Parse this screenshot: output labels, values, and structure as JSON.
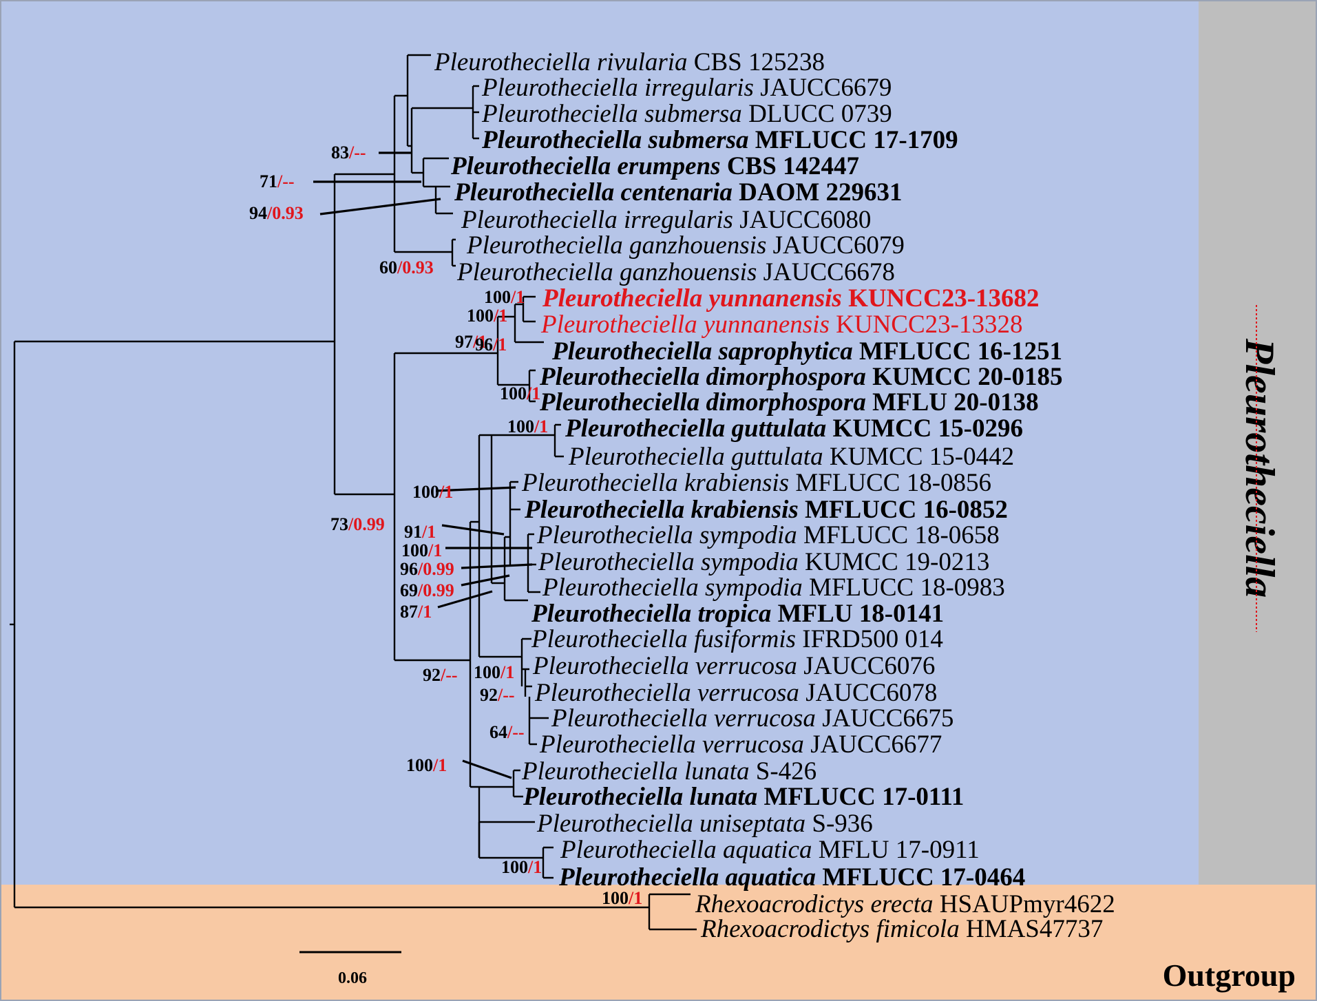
{
  "clades": {
    "main_label": "Pleurotheciella",
    "outgroup_label": "Outgroup",
    "colors": {
      "main_bg": "#b6c5e8",
      "outgroup_bg": "#f8c9a4",
      "side_bar": "#bebebe",
      "highlight": "#e0161c"
    }
  },
  "scale_bar": {
    "label": "0.06"
  },
  "taxa": [
    {
      "genus": "Pleurotheciella",
      "epithet": "rivularia",
      "strain": "CBS 125238",
      "bold": false,
      "red": false
    },
    {
      "genus": "Pleurotheciella",
      "epithet": "irregularis",
      "strain": "JAUCC6679",
      "bold": false,
      "red": false
    },
    {
      "genus": "Pleurotheciella",
      "epithet": "submersa",
      "strain": "DLUCC 0739",
      "bold": false,
      "red": false
    },
    {
      "genus": "Pleurotheciella",
      "epithet": "submersa",
      "strain": "MFLUCC 17-1709",
      "bold": true,
      "red": false
    },
    {
      "genus": "Pleurotheciella",
      "epithet": "erumpens",
      "strain": "CBS 142447",
      "bold": true,
      "red": false
    },
    {
      "genus": "Pleurotheciella",
      "epithet": "centenaria",
      "strain": "DAOM 229631",
      "bold": true,
      "red": false
    },
    {
      "genus": "Pleurotheciella",
      "epithet": "irregularis",
      "strain": "JAUCC6080",
      "bold": false,
      "red": false
    },
    {
      "genus": "Pleurotheciella",
      "epithet": "ganzhouensis",
      "strain": "JAUCC6079",
      "bold": false,
      "red": false
    },
    {
      "genus": "Pleurotheciella",
      "epithet": "ganzhouensis",
      "strain": "JAUCC6678",
      "bold": false,
      "red": false
    },
    {
      "genus": "Pleurotheciella",
      "epithet": "yunnanensis",
      "strain": "KUNCC23-13682",
      "bold": true,
      "red": true
    },
    {
      "genus": "Pleurotheciella",
      "epithet": "yunnanensis",
      "strain": "KUNCC23-13328",
      "bold": false,
      "red": true
    },
    {
      "genus": "Pleurotheciella",
      "epithet": "saprophytica",
      "strain": "MFLUCC 16-1251",
      "bold": true,
      "red": false
    },
    {
      "genus": "Pleurotheciella",
      "epithet": "dimorphospora",
      "strain": "KUMCC 20-0185",
      "bold": true,
      "red": false
    },
    {
      "genus": "Pleurotheciella",
      "epithet": "dimorphospora",
      "strain": "MFLU 20-0138",
      "bold": true,
      "red": false
    },
    {
      "genus": "Pleurotheciella",
      "epithet": "guttulata",
      "strain": "KUMCC 15-0296",
      "bold": true,
      "red": false
    },
    {
      "genus": "Pleurotheciella",
      "epithet": "guttulata",
      "strain": "KUMCC 15-0442",
      "bold": false,
      "red": false
    },
    {
      "genus": "Pleurotheciella",
      "epithet": "krabiensis",
      "strain": "MFLUCC 18-0856",
      "bold": false,
      "red": false
    },
    {
      "genus": "Pleurotheciella",
      "epithet": "krabiensis",
      "strain": "MFLUCC 16-0852",
      "bold": true,
      "red": false
    },
    {
      "genus": "Pleurotheciella",
      "epithet": "sympodia",
      "strain": "MFLUCC 18-0658",
      "bold": false,
      "red": false
    },
    {
      "genus": "Pleurotheciella",
      "epithet": "sympodia",
      "strain": "KUMCC 19-0213",
      "bold": false,
      "red": false
    },
    {
      "genus": "Pleurotheciella",
      "epithet": "sympodia",
      "strain": "MFLUCC 18-0983",
      "bold": false,
      "red": false
    },
    {
      "genus": "Pleurotheciella",
      "epithet": "tropica",
      "strain": "MFLU 18-0141",
      "bold": true,
      "red": false
    },
    {
      "genus": "Pleurotheciella",
      "epithet": "fusiformis",
      "strain": "IFRD500 014",
      "bold": false,
      "red": false
    },
    {
      "genus": "Pleurotheciella",
      "epithet": "verrucosa",
      "strain": "JAUCC6076",
      "bold": false,
      "red": false
    },
    {
      "genus": "Pleurotheciella",
      "epithet": "verrucosa",
      "strain": "JAUCC6078",
      "bold": false,
      "red": false
    },
    {
      "genus": "Pleurotheciella",
      "epithet": "verrucosa",
      "strain": "JAUCC6675",
      "bold": false,
      "red": false
    },
    {
      "genus": "Pleurotheciella",
      "epithet": "verrucosa",
      "strain": "JAUCC6677",
      "bold": false,
      "red": false
    },
    {
      "genus": "Pleurotheciella",
      "epithet": "lunata",
      "strain": "S-426",
      "bold": false,
      "red": false
    },
    {
      "genus": "Pleurotheciella",
      "epithet": "lunata",
      "strain": "MFLUCC 17-0111",
      "bold": true,
      "red": false
    },
    {
      "genus": "Pleurotheciella",
      "epithet": "uniseptata",
      "strain": "S-936",
      "bold": false,
      "red": false
    },
    {
      "genus": "Pleurotheciella",
      "epithet": "aquatica",
      "strain": "MFLU 17-0911",
      "bold": false,
      "red": false
    },
    {
      "genus": "Pleurotheciella",
      "epithet": "aquatica",
      "strain": "MFLUCC 17-0464",
      "bold": true,
      "red": false
    },
    {
      "genus": "Rhexoacrodictys",
      "epithet": "erecta",
      "strain": "HSAUPmyr4622",
      "bold": false,
      "red": false
    },
    {
      "genus": "Rhexoacrodictys",
      "epithet": "fimicola",
      "strain": "HMAS47737",
      "bold": false,
      "red": false
    }
  ],
  "supports": [
    {
      "ml": "83",
      "pp": "/--"
    },
    {
      "ml": "71",
      "pp": "/--"
    },
    {
      "ml": "94",
      "pp": "/0.93"
    },
    {
      "ml": "60",
      "pp": "/0.93"
    },
    {
      "ml": "100",
      "pp": "/1"
    },
    {
      "ml": "100",
      "pp": "/1"
    },
    {
      "ml": "97",
      "pp": "/1"
    },
    {
      "ml": "96",
      "pp": "/1"
    },
    {
      "ml": "100",
      "pp": "/1"
    },
    {
      "ml": "100",
      "pp": "/1"
    },
    {
      "ml": "100",
      "pp": "/1"
    },
    {
      "ml": "73",
      "pp": "/0.99"
    },
    {
      "ml": "91",
      "pp": "/1"
    },
    {
      "ml": "100",
      "pp": "/1"
    },
    {
      "ml": "96",
      "pp": "/0.99"
    },
    {
      "ml": "69",
      "pp": "/0.99"
    },
    {
      "ml": "87",
      "pp": "/1"
    },
    {
      "ml": "92",
      "pp": "/--"
    },
    {
      "ml": "100",
      "pp": "/1"
    },
    {
      "ml": "92",
      "pp": "/--"
    },
    {
      "ml": "64",
      "pp": "/--"
    },
    {
      "ml": "100",
      "pp": "/1"
    },
    {
      "ml": "100",
      "pp": "/1"
    },
    {
      "ml": "100",
      "pp": "/1"
    }
  ]
}
